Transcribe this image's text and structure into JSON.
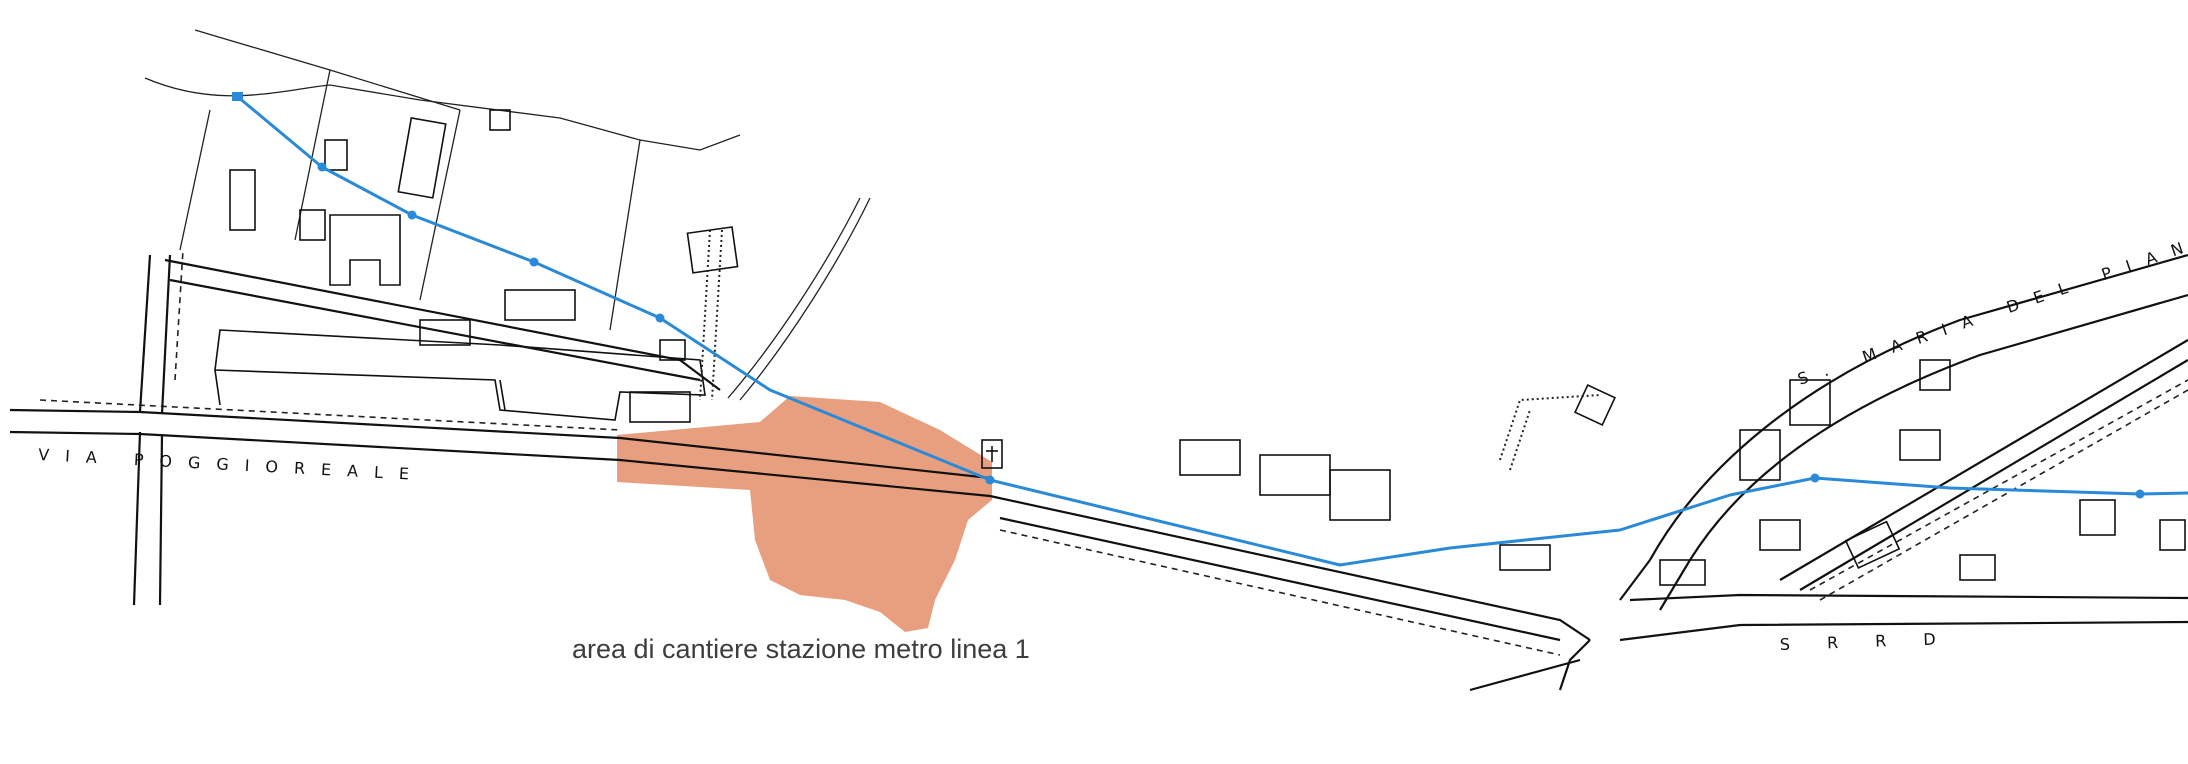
{
  "map": {
    "road_labels": {
      "via_poggioreale": "VIA POGGIOREALE",
      "santa_maria_del_pianto": "S. MARIA DEL PIAN",
      "lower_street": "S R R D"
    },
    "area_caption": "area di cantiere stazione metro linea 1",
    "colors": {
      "route": "#2a8ad8",
      "construction_area": "#e59572",
      "caption_text": "#3d3d3d",
      "linework": "#111111"
    },
    "icons": {
      "cross": "cross-icon"
    }
  }
}
